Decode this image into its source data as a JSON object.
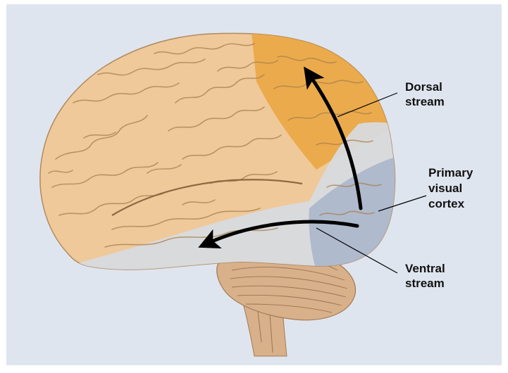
{
  "figure": {
    "background_color": "#dfe5ef",
    "brain_color": "#efc99a",
    "gyri_shadow_color": "#b88c5c",
    "dorsal_region_color": "#eaa63e",
    "ventral_region_color": "#d7dbe2",
    "visual_cortex_color": "#a7b4ca",
    "cerebellum_color": "#d8b08a",
    "arrow_color": "#000000"
  },
  "labels": {
    "dorsal": {
      "line1": "Dorsal",
      "line2": "stream"
    },
    "primary": {
      "line1": "Primary",
      "line2": "visual",
      "line3": "cortex"
    },
    "ventral": {
      "line1": "Ventral",
      "line2": "stream"
    }
  }
}
